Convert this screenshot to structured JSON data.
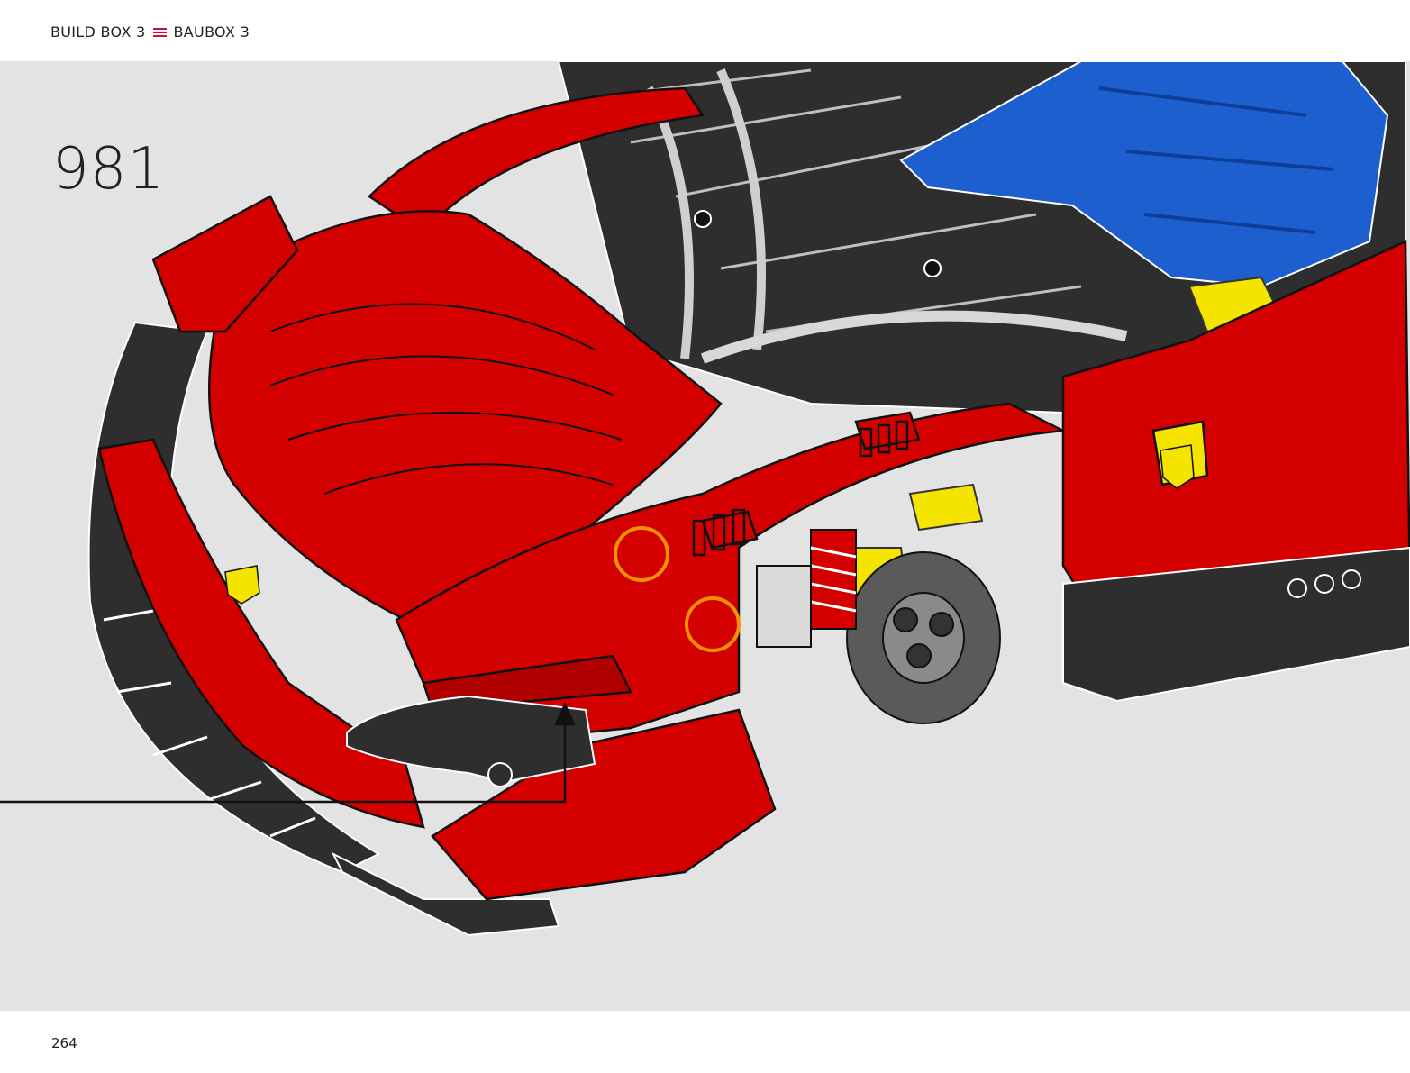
{
  "header": {
    "build_box_left": "BUILD BOX 3",
    "build_box_right": "BAUBOX 3",
    "separator_icon": "menu-lines-icon",
    "separator_color": "#c8102e"
  },
  "step": {
    "number": "981"
  },
  "illustration": {
    "subject": "lego-technic-car-front-assembly",
    "colors": {
      "body_red": "#d40000",
      "frame_black": "#2e2e2e",
      "accent_blue": "#1e5fd0",
      "accent_yellow": "#f5e400",
      "highlight_orange": "#f39200",
      "background_gray": "#e3e3e3"
    },
    "highlight_markers": 2
  },
  "footer": {
    "page_number": "264"
  }
}
